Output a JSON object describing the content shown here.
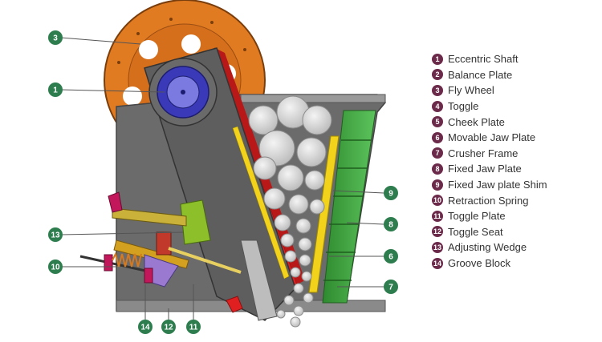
{
  "legend": {
    "items": [
      {
        "num": "1",
        "label": "Eccentric Shaft"
      },
      {
        "num": "2",
        "label": "Balance Plate"
      },
      {
        "num": "3",
        "label": "Fly Wheel"
      },
      {
        "num": "4",
        "label": "Toggle"
      },
      {
        "num": "5",
        "label": "Cheek Plate"
      },
      {
        "num": "6",
        "label": "Movable Jaw Plate"
      },
      {
        "num": "7",
        "label": "Crusher Frame"
      },
      {
        "num": "8",
        "label": "Fixed Jaw Plate"
      },
      {
        "num": "9",
        "label": "Fixed Jaw plate Shim"
      },
      {
        "num": "10",
        "label": "Retraction Spring"
      },
      {
        "num": "11",
        "label": "Toggle Plate"
      },
      {
        "num": "12",
        "label": "Toggle Seat"
      },
      {
        "num": "13",
        "label": "Adjusting Wedge"
      },
      {
        "num": "14",
        "label": "Groove Block"
      }
    ]
  },
  "callouts": {
    "c3": "3",
    "c1": "1",
    "c9": "9",
    "c8": "8",
    "c6": "6",
    "c7": "7",
    "c13": "13",
    "c10": "10",
    "c14": "14",
    "c12": "12",
    "c11": "11"
  },
  "colors": {
    "badge": "#6b2a4a",
    "callout": "#2e7d4f",
    "frame": "#6b6b6b",
    "flywheel": "#e07b22",
    "jaw_red": "#e02020",
    "jaw_yellow": "#f2d21b",
    "jaw_green": "#3a9a3a",
    "shaft": "#3a3ab8"
  }
}
